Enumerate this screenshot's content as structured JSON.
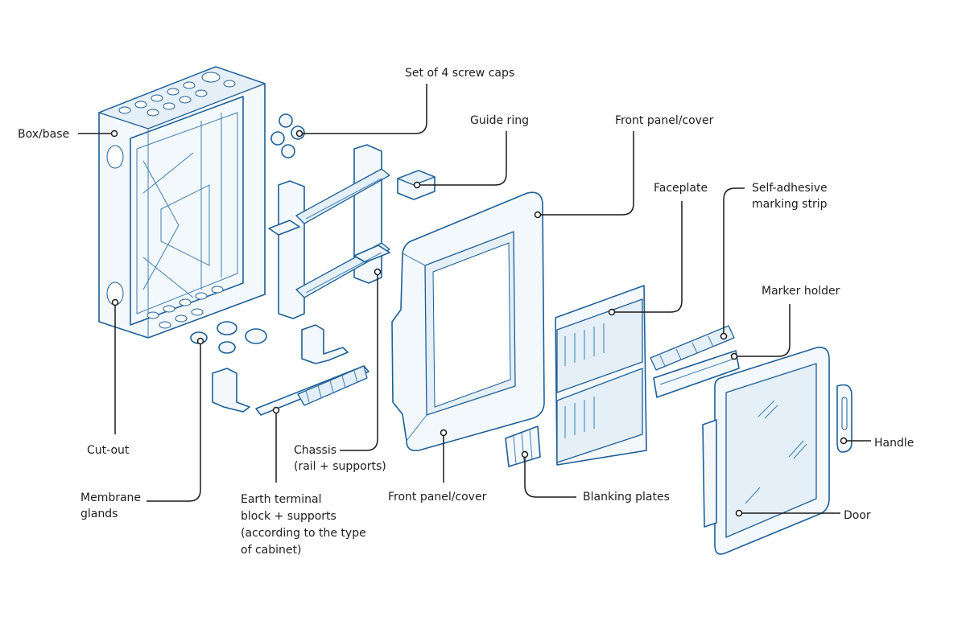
{
  "labels": {
    "box_base": "Box/base",
    "cut_out": "Cut-out",
    "membrane_glands_1": "Membrane",
    "membrane_glands_2": "glands",
    "earth_1": "Earth terminal",
    "earth_2": "block + supports",
    "earth_3": "(according to the type",
    "earth_4": "of cabinet)",
    "chassis_1": "Chassis",
    "chassis_2": "(rail + supports)",
    "screw_caps": "Set of 4 screw caps",
    "guide_ring": "Guide ring",
    "front_panel_top": "Front panel/cover",
    "front_panel_bottom": "Front panel/cover",
    "faceplate": "Faceplate",
    "marking_strip_1": "Self-adhesive",
    "marking_strip_2": "marking strip",
    "marker_holder": "Marker holder",
    "blanking_plates": "Blanking plates",
    "handle": "Handle",
    "door": "Door"
  },
  "colors": {
    "line_art": "#1e5f97",
    "leader": "#1a1a1a",
    "text": "#1d1d1d"
  }
}
